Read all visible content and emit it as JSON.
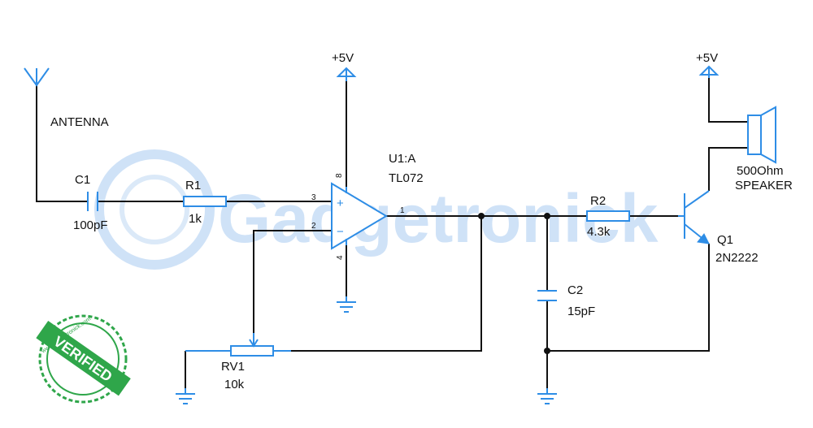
{
  "watermark": {
    "text": "Gadgetronick"
  },
  "stamp": {
    "text": "VERIFIED",
    "ring_text": "www.gadgetronick.com",
    "color": "#2fa64a"
  },
  "colors": {
    "component": "#2e8de6",
    "wire": "#111111",
    "watermark": "#cfe2f7"
  },
  "components": {
    "antenna": {
      "label": "ANTENNA"
    },
    "c1": {
      "ref": "C1",
      "value": "100pF"
    },
    "r1": {
      "ref": "R1",
      "value": "1k"
    },
    "u1": {
      "ref": "U1:A",
      "value": "TL072",
      "pin_plus": "3",
      "pin_minus": "2",
      "pin_out": "1",
      "pin_vcc": "8",
      "pin_gnd": "4",
      "plus_sign": "+",
      "minus_sign": "−"
    },
    "rv1": {
      "ref": "RV1",
      "value": "10k"
    },
    "r2": {
      "ref": "R2",
      "value": "4.3k"
    },
    "c2": {
      "ref": "C2",
      "value": "15pF"
    },
    "q1": {
      "ref": "Q1",
      "value": "2N2222"
    },
    "speaker": {
      "value": "500Ohm",
      "label": "SPEAKER"
    }
  },
  "supplies": {
    "opamp_vcc": "+5V",
    "speaker_vcc": "+5V"
  }
}
